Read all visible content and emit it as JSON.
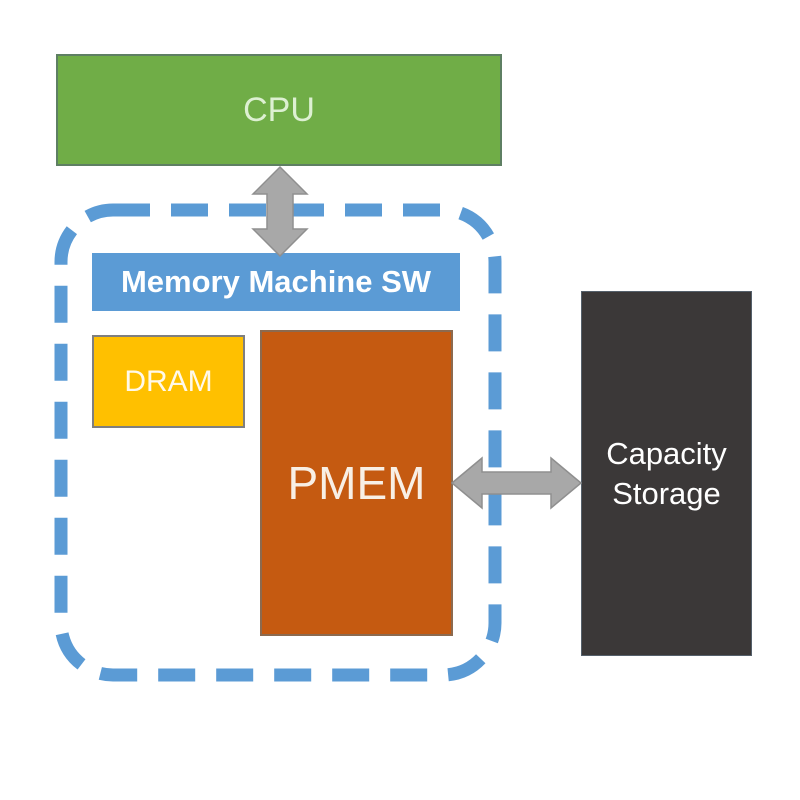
{
  "diagram": {
    "background_color": "#FFFFFF",
    "nodes": {
      "cpu": {
        "label": "CPU",
        "fill": "#70AD47",
        "border": "#5E7F63",
        "text_color": "#DDF0D2"
      },
      "memory_machine_sw": {
        "label": "Memory Machine SW",
        "fill": "#5B9BD5",
        "border": "#5B9BD5",
        "text_color": "#FFFFFF"
      },
      "dram": {
        "label": "DRAM",
        "fill": "#FFC000",
        "border": "#7F7F7F",
        "text_color": "#FFF9EA"
      },
      "pmem": {
        "label": "PMEM",
        "fill": "#C55A11",
        "border": "#8C6A4F",
        "text_color": "#F8EFE5"
      },
      "capacity_storage": {
        "label": "Capacity Storage",
        "label_lines": [
          "Capacity",
          "Storage"
        ],
        "fill": "#3B3838",
        "border": "#55606B",
        "text_color": "#FFFFFF"
      }
    },
    "connectors": {
      "boundary_color": "#5B9BD5",
      "boundary_style": "dashed-rounded-rectangle",
      "arrow_fill": "#A8A8A8",
      "arrow_stroke": "#8F8F8F",
      "cpu_memsw_arrow": "bidirectional-vertical",
      "pmem_storage_arrow": "bidirectional-horizontal"
    }
  }
}
